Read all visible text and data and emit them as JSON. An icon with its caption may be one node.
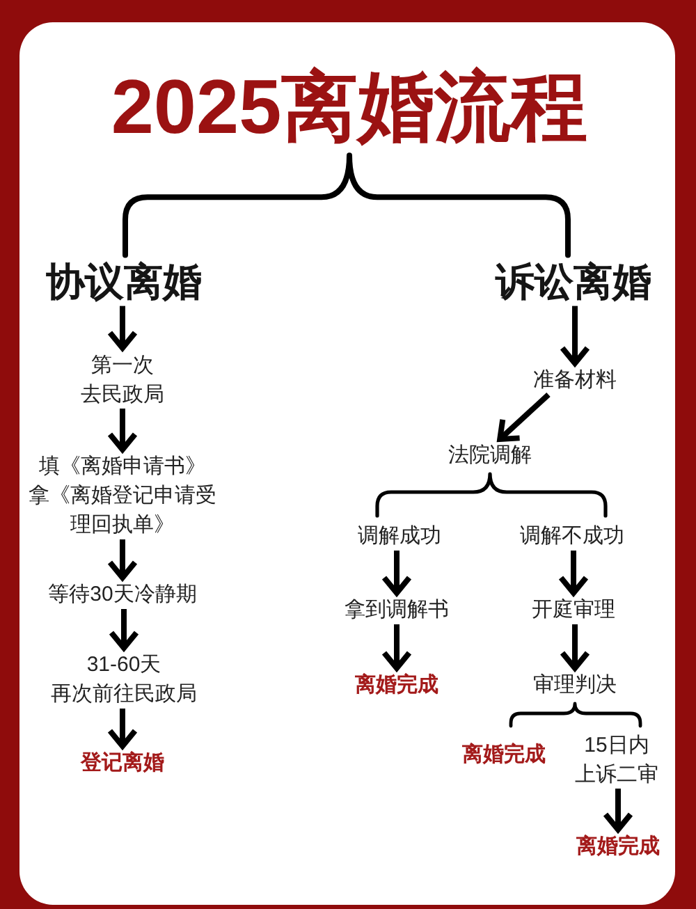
{
  "diagram": {
    "nodes": [
      {
        "text": [
          "2025离婚流程"
        ]
      },
      {
        "text": [
          "协议离婚"
        ]
      },
      {
        "text": [
          "诉讼离婚"
        ]
      },
      {
        "text": [
          "第一次去民政局"
        ]
      },
      {
        "text": [
          "填《离婚申请书》拿《离婚登记申请受理回执单》"
        ]
      },
      {
        "text": [
          "等待30天冷静期"
        ]
      },
      {
        "text": [
          "31-60天再次前往民政局"
        ]
      },
      {
        "text": [
          "登记离婚"
        ]
      },
      {
        "text": [
          "准备材料"
        ]
      },
      {
        "text": [
          "法院调解"
        ]
      },
      {
        "text": [
          "调解成功"
        ]
      },
      {
        "text": [
          "调解不成功"
        ]
      },
      {
        "text": [
          "拿到调解书"
        ]
      },
      {
        "text": [
          "离婚完成"
        ]
      },
      {
        "text": [
          "开庭审理"
        ]
      },
      {
        "text": [
          "审理判决"
        ]
      },
      {
        "text": [
          "离婚完成"
        ]
      },
      {
        "text": [
          "15日内上诉二审"
        ]
      },
      {
        "text": [
          "离婚完成"
        ]
      }
    ],
    "edges": [
      {
        "from": 0,
        "to": 1,
        "arrow": "none"
      },
      {
        "from": 0,
        "to": 2,
        "arrow": "none"
      },
      {
        "from": 1,
        "to": 3,
        "arrow": "to"
      },
      {
        "from": 3,
        "to": 4,
        "arrow": "to"
      },
      {
        "from": 4,
        "to": 5,
        "arrow": "to"
      },
      {
        "from": 5,
        "to": 6,
        "arrow": "to"
      },
      {
        "from": 6,
        "to": 7,
        "arrow": "to"
      },
      {
        "from": 2,
        "to": 8,
        "arrow": "to"
      },
      {
        "from": 8,
        "to": 9,
        "arrow": "to"
      },
      {
        "from": 9,
        "to": 10,
        "arrow": "none"
      },
      {
        "from": 9,
        "to": 11,
        "arrow": "none"
      },
      {
        "from": 10,
        "to": 12,
        "arrow": "to"
      },
      {
        "from": 12,
        "to": 13,
        "arrow": "to"
      },
      {
        "from": 11,
        "to": 14,
        "arrow": "to"
      },
      {
        "from": 14,
        "to": 15,
        "arrow": "to"
      },
      {
        "from": 15,
        "to": 16,
        "arrow": "none"
      },
      {
        "from": 15,
        "to": 17,
        "arrow": "none"
      },
      {
        "from": 17,
        "to": 18,
        "arrow": "to"
      }
    ]
  }
}
